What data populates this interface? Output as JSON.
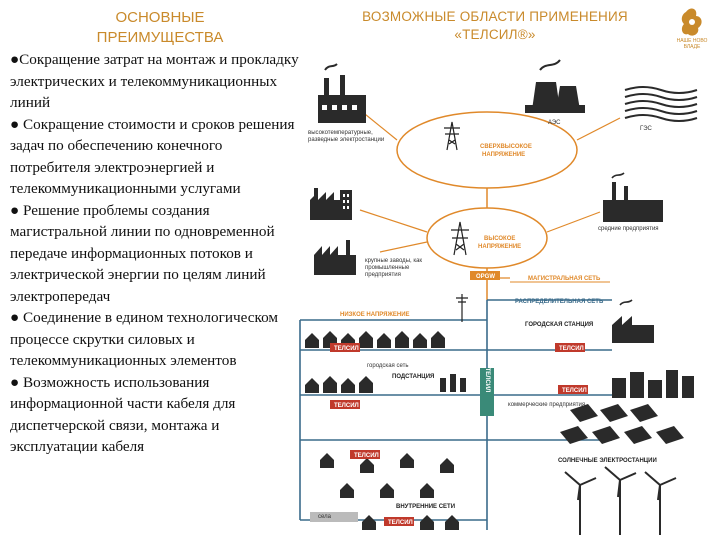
{
  "left": {
    "title_line1": "ОСНОВНЫЕ",
    "title_line2": "ПРЕИМУЩЕСТВА",
    "items": [
      "●Сокращение затрат на монтаж и прокладку электрических и телекоммуникационных линий",
      "● Сокращение стоимости и сроков решения задач по обеспечению конечного потребителя электроэнергией и телекоммуникационными услугами",
      "● Решение проблемы создания магистральной линии по одновременной передаче информационных потоков и электрической энергии по целям линий электропередач",
      "● Соединение в едином технологическом процессе скрутки силовых и телекоммуникационных элементов",
      "● Возможность использования информационной части кабеля для диспетчерской связи, монтажа и эксплуатации кабеля"
    ]
  },
  "right": {
    "title_line1": "ВОЗМОЖНЫЕ ОБЛАСТИ ПРИМЕНЕНИЯ",
    "title_line2": "«ТЕЛСИЛ®»"
  },
  "logo": {
    "text": "НАШЕ НОВО ВЛАДЕ"
  },
  "diagram": {
    "labels": {
      "top_plant_1": "высокотемпературные,",
      "top_plant_2": "разведные электростанции",
      "aes": "АЭС",
      "ges": "ГЭС",
      "uhv_1": "СВЕРХВЫСОКОЕ",
      "uhv_2": "НАПРЯЖЕНИЕ",
      "hv_1": "ВЫСОКОЕ",
      "hv_2": "НАПРЯЖЕНИЕ",
      "medium_plant": "средние предприятия",
      "industrial_1": "крупные заводы, как",
      "industrial_2": "промышленные",
      "industrial_3": "предприятия",
      "opgw": "OPGW",
      "trunk": "МАГИСТРАЛЬНАЯ СЕТЬ",
      "distribution": "РАСПРЕДЕЛИТЕЛЬНАЯ СЕТЬ",
      "low_voltage": "НИЗКОЕ НАПРЯЖЕНИЕ",
      "city_station": "ГОРОДСКАЯ СТАНЦИЯ",
      "city_net": "городская сеть",
      "substation": "ПОДСТАНЦИЯ",
      "telsil_vertical": "ТЕЛСИЛ",
      "telsil": "ТЕЛСИЛ",
      "commercial": "коммерческие предприятия",
      "solar": "СОЛНЕЧНЫЕ ЭЛЕКТРОСТАНЦИИ",
      "internal": "ВНУТРЕННИЕ СЕТИ",
      "village": "села"
    }
  },
  "colors": {
    "accent": "#e0892a",
    "title": "#c98a2b",
    "network": "#3a6b8a",
    "dark": "#2a2a2a"
  }
}
